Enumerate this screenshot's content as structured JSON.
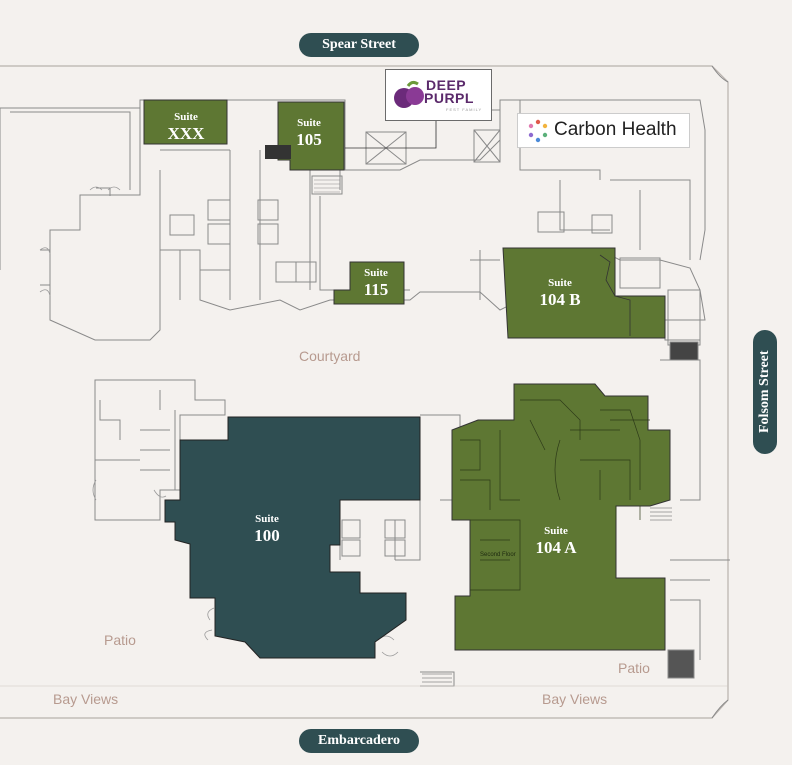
{
  "streets": {
    "north": "Spear Street",
    "south": "Embarcadero",
    "east": "Folsom Street"
  },
  "areas": {
    "courtyard": "Courtyard",
    "patio_west": "Patio",
    "patio_east": "Patio",
    "bay_views_west": "Bay Views",
    "bay_views_east": "Bay Views"
  },
  "suites": [
    {
      "id": "xxx",
      "label": "Suite",
      "number": "XXX",
      "color": "#5e7733"
    },
    {
      "id": "105",
      "label": "Suite",
      "number": "105",
      "color": "#5e7733"
    },
    {
      "id": "115",
      "label": "Suite",
      "number": "115",
      "color": "#5e7733"
    },
    {
      "id": "104b",
      "label": "Suite",
      "number": "104 B",
      "color": "#5e7733"
    },
    {
      "id": "104a",
      "label": "Suite",
      "number": "104 A",
      "color": "#5e7733"
    },
    {
      "id": "100",
      "label": "Suite",
      "number": "100",
      "color": "#2f4e52"
    }
  ],
  "tenants": {
    "deep_purple": {
      "line1": "DEEP",
      "line2": "PURPL",
      "tagline": "FEST FAMILY",
      "color": "#5b2a6b"
    },
    "carbon_health": {
      "name": "Carbon Health"
    }
  },
  "notes": {
    "second_floor": "Second Floor"
  },
  "colors": {
    "background": "#f4f1ee",
    "green_suite": "#5e7733",
    "teal_suite": "#2f4e52",
    "walls": "#8a8a8a",
    "area_label": "#b79a8f"
  }
}
